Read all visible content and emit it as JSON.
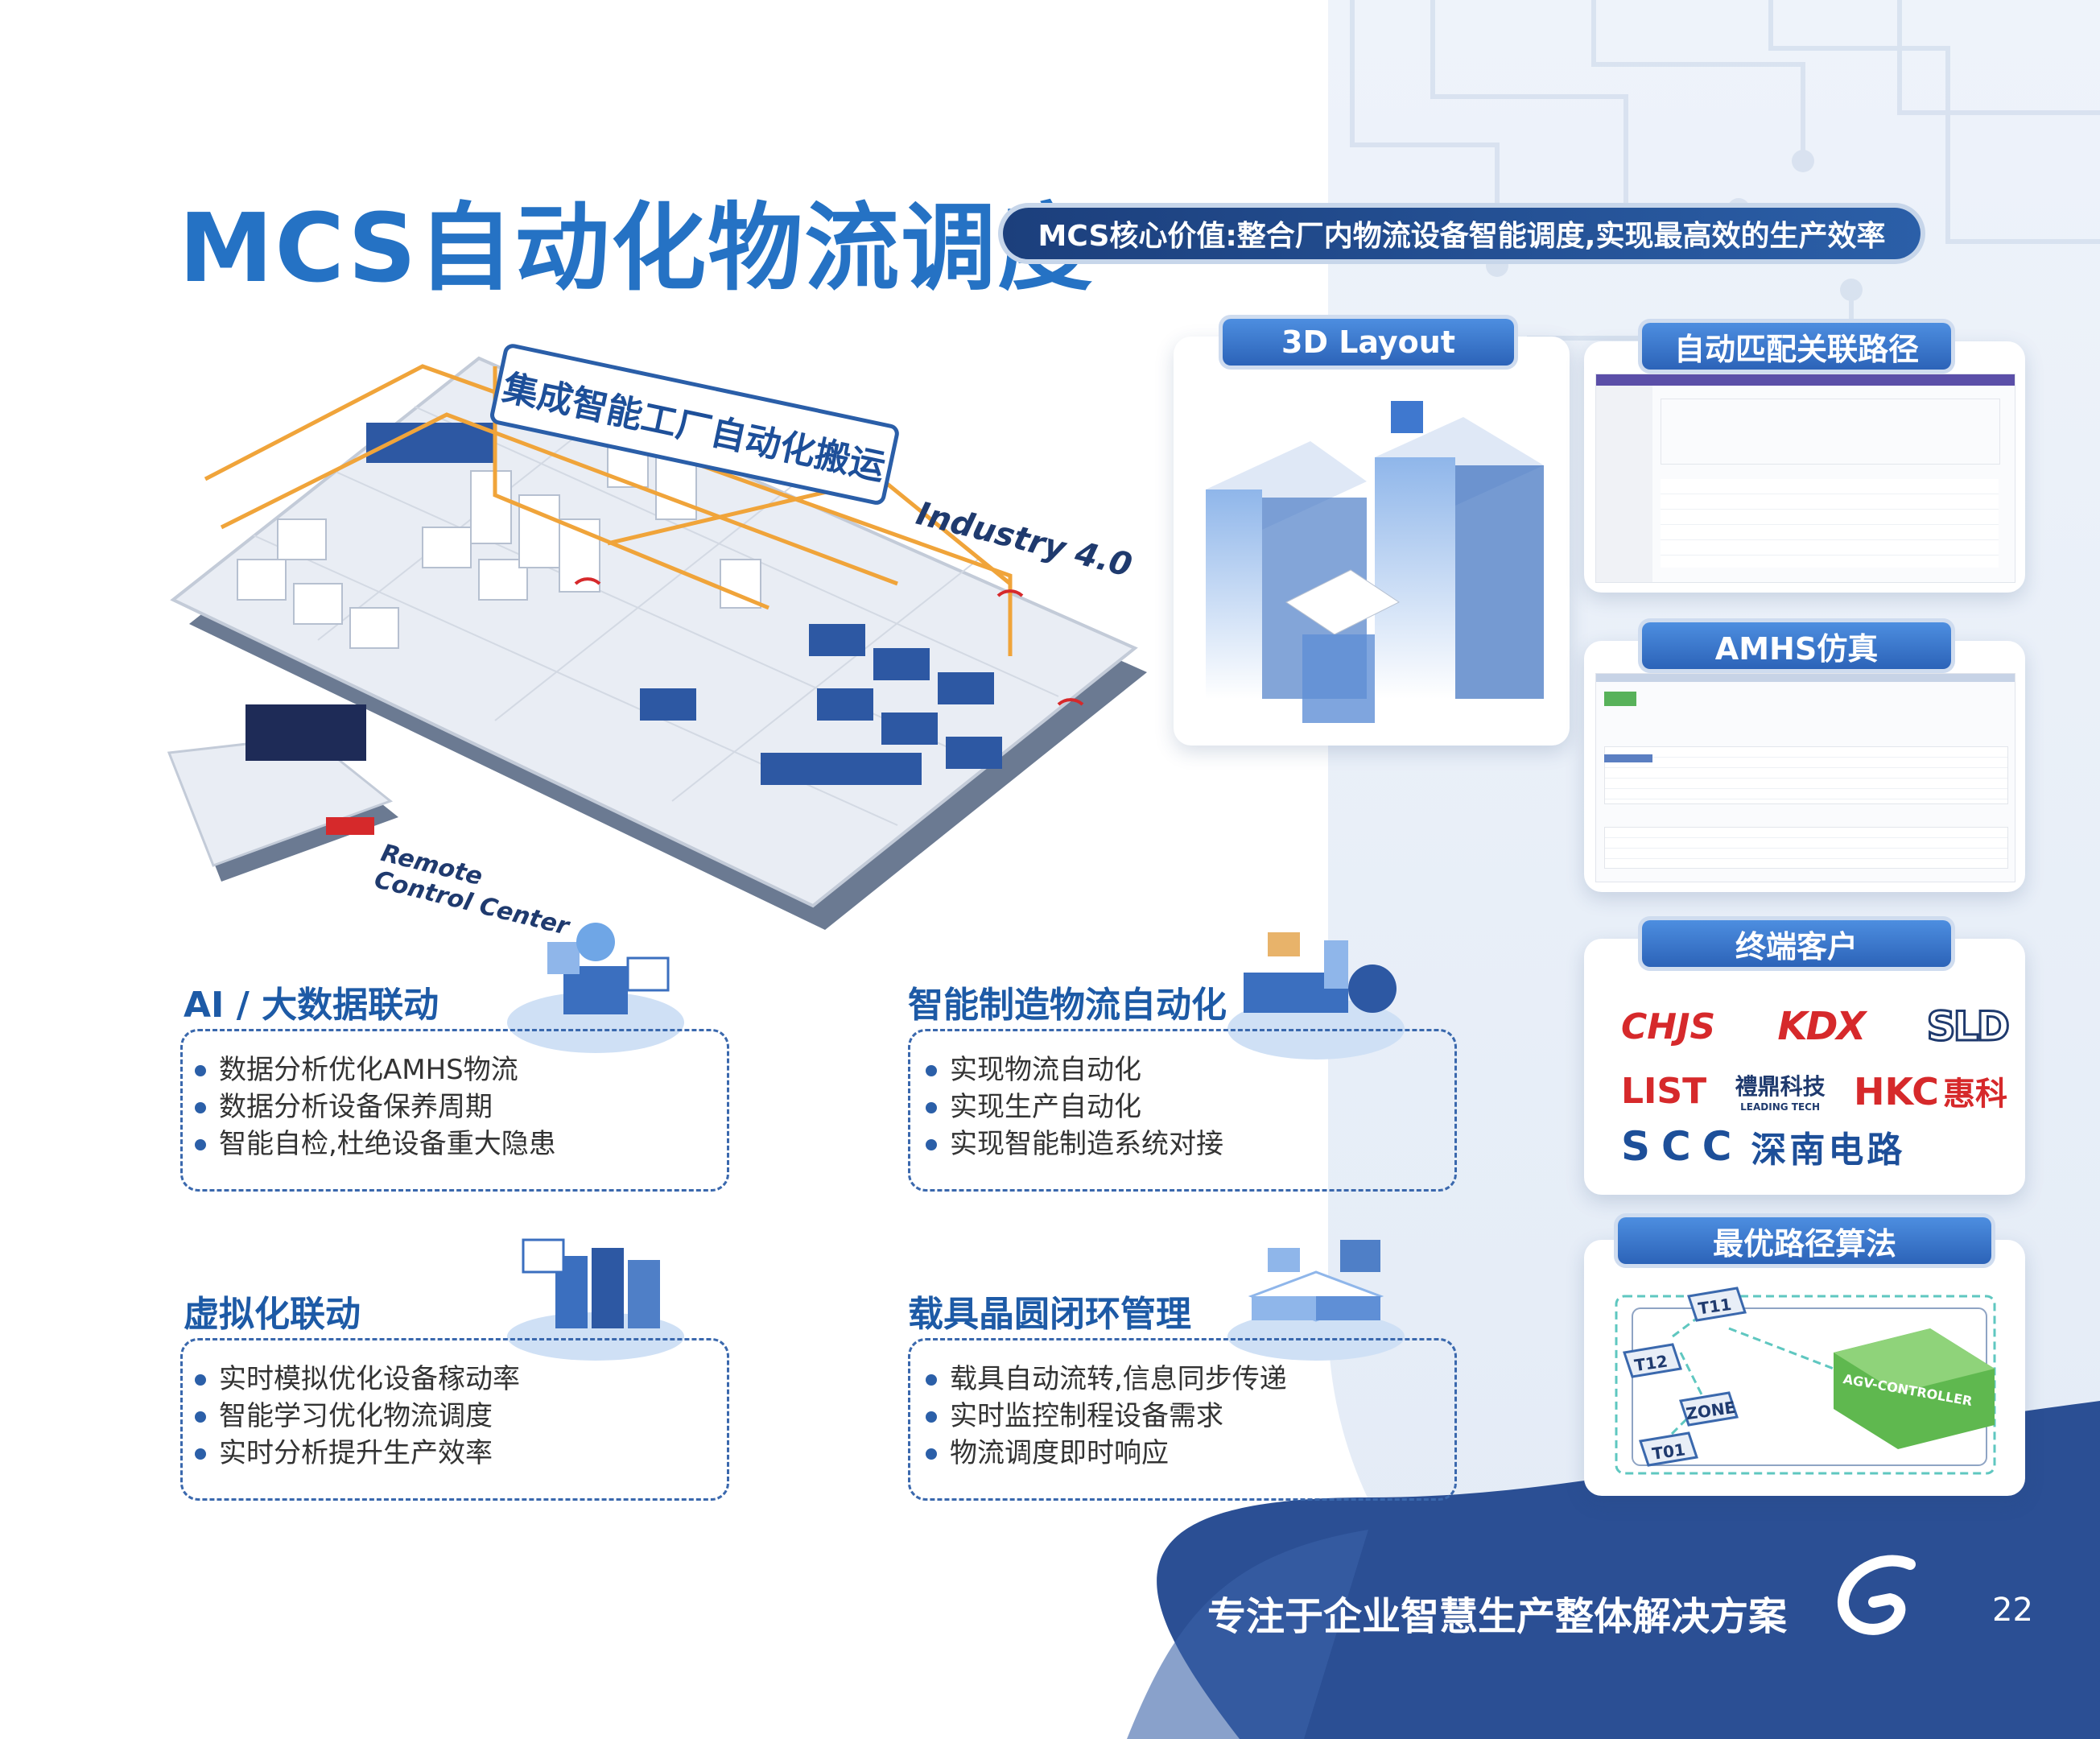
{
  "page": {
    "title": "MCS自动化物流调度",
    "core_value": "MCS核心价值:整合厂内物流设备智能调度,实现最高效的生产效率",
    "slogan": "专注于企业智慧生产整体解决方案",
    "page_number": "22"
  },
  "factory": {
    "banner": "集成智能工厂自动化搬运",
    "industry_label": "Industry 4.0",
    "remote_label_1": "Remote",
    "remote_label_2": "Control Center"
  },
  "cards": {
    "layout3d": {
      "tab": "3D Layout"
    },
    "auto_path": {
      "tab": "自动匹配关联路径"
    },
    "amhs_sim": {
      "tab": "AMHS仿真"
    },
    "customers": {
      "tab": "终端客户",
      "logos": [
        "CHJS",
        "KDX",
        "SLD",
        "LIST",
        "禮鼎科技",
        "LEADING TECH",
        "HKC",
        "惠科",
        "SCC",
        "深南电路"
      ]
    },
    "path_algo": {
      "tab": "最优路径算法",
      "nodes": [
        "T11",
        "T12",
        "ZONE",
        "T01"
      ],
      "controller": "AGV-CONTROLLER"
    }
  },
  "features": [
    {
      "title": "AI / 大数据联动",
      "items": [
        "数据分析优化AMHS物流",
        "数据分析设备保养周期",
        "智能自检,杜绝设备重大隐患"
      ]
    },
    {
      "title": "智能制造物流自动化",
      "items": [
        "实现物流自动化",
        "实现生产自动化",
        "实现智能制造系统对接"
      ]
    },
    {
      "title": "虚拟化联动",
      "items": [
        "实时模拟优化设备稼动率",
        "智能学习优化物流调度",
        "实时分析提升生产效率"
      ]
    },
    {
      "title": "载具晶圆闭环管理",
      "items": [
        "载具自动流转,信息同步传递",
        "实时监控制程设备需求",
        "物流调度即时响应"
      ]
    }
  ],
  "colors": {
    "primary": "#2572c4",
    "navy": "#1c3f7c",
    "footer": "#2b4f94",
    "accent_red": "#d6292b"
  }
}
